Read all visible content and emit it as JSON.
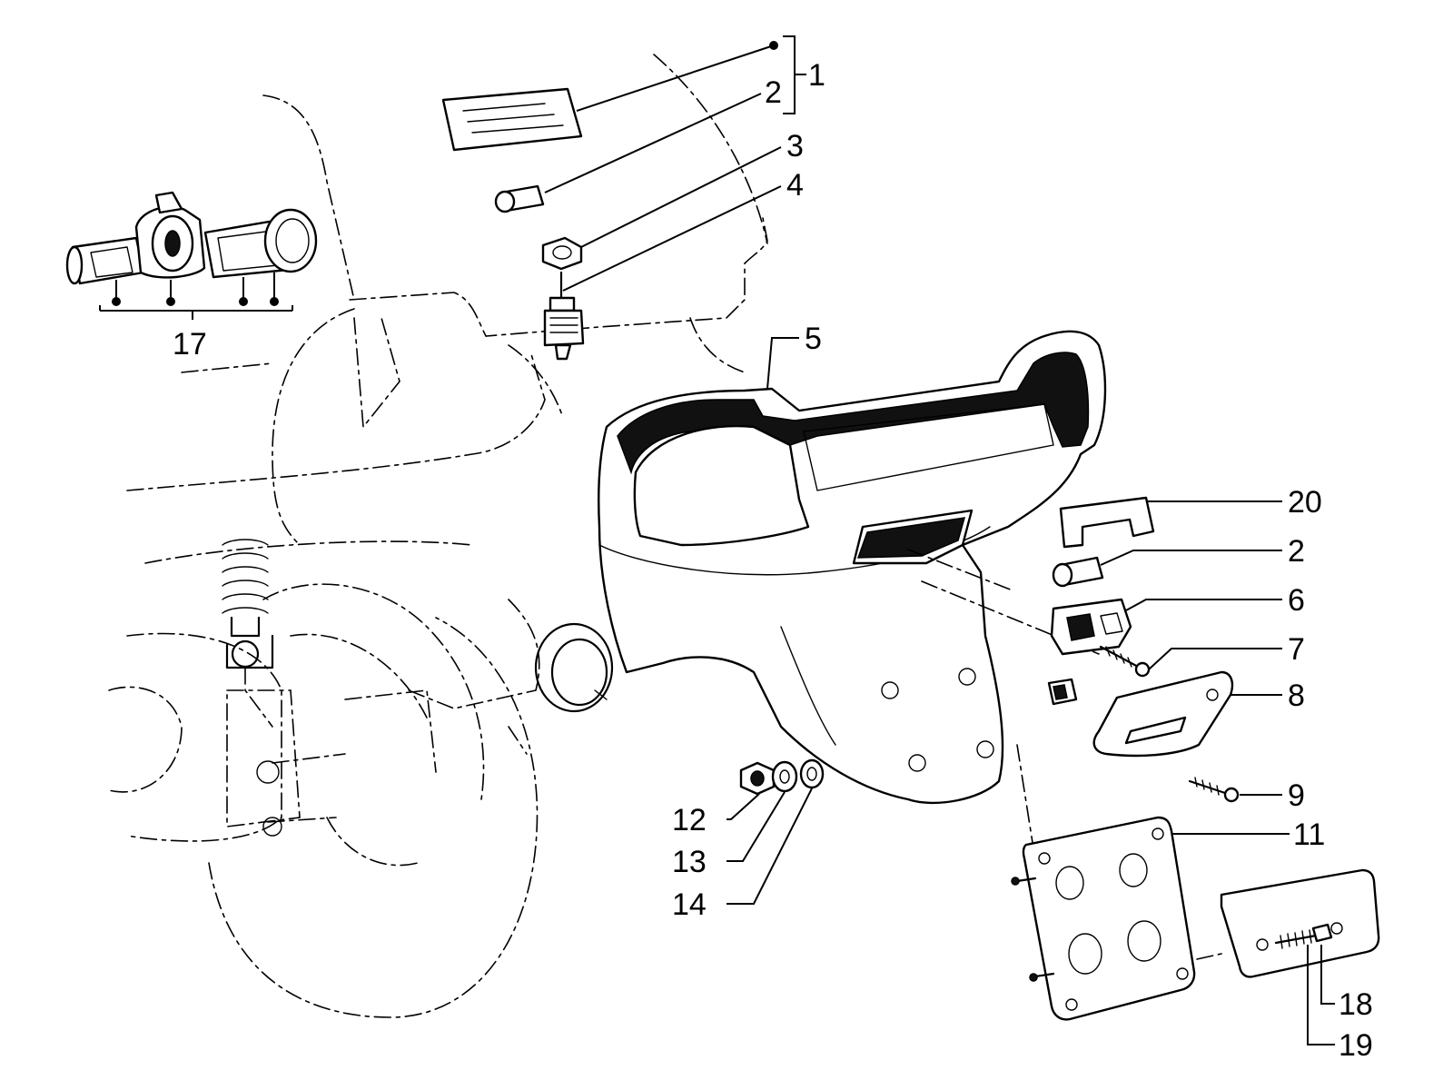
{
  "callouts": [
    {
      "id": "c1",
      "text": "1"
    },
    {
      "id": "c2a",
      "text": "2"
    },
    {
      "id": "c3",
      "text": "3"
    },
    {
      "id": "c4",
      "text": "4"
    },
    {
      "id": "c5",
      "text": "5"
    },
    {
      "id": "c17",
      "text": "17"
    },
    {
      "id": "c20",
      "text": "20"
    },
    {
      "id": "c2b",
      "text": "2"
    },
    {
      "id": "c6",
      "text": "6"
    },
    {
      "id": "c7",
      "text": "7"
    },
    {
      "id": "c8",
      "text": "8"
    },
    {
      "id": "c9",
      "text": "9"
    },
    {
      "id": "c11",
      "text": "11"
    },
    {
      "id": "c12",
      "text": "12"
    },
    {
      "id": "c13",
      "text": "13"
    },
    {
      "id": "c14",
      "text": "14"
    },
    {
      "id": "c18",
      "text": "18"
    },
    {
      "id": "c19",
      "text": "19"
    }
  ]
}
